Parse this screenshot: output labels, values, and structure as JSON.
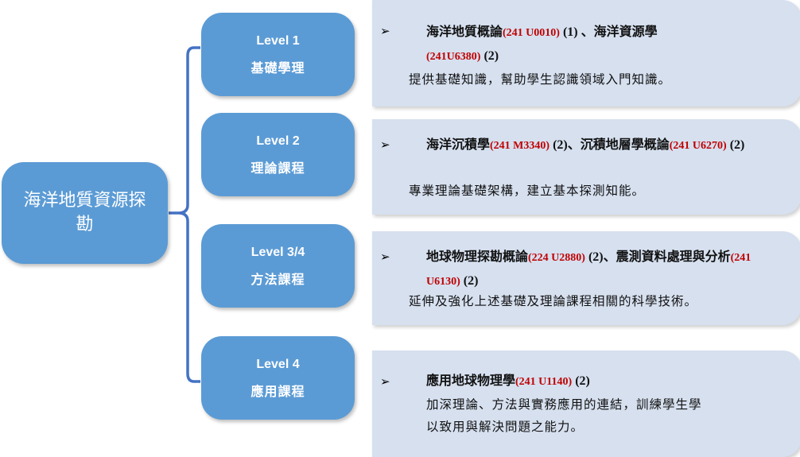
{
  "root": {
    "label": "海洋地質資源探勘"
  },
  "levels": [
    {
      "title": "Level 1",
      "subtitle": "基礎學理",
      "course_a": "海洋地質概論",
      "code_a": "(241 U0010)",
      "credit_a": " (1) ",
      "sep": "、",
      "course_b": "海洋資源學",
      "code_b": "(241U6380)",
      "credit_b": " (2)",
      "description": "提供基礎知識，幫助學生認識領域入門知識。"
    },
    {
      "title": "Level 2",
      "subtitle": "理論課程",
      "course_a": "海洋沉積學",
      "code_a": "(241 M3340)",
      "credit_a": " (2)",
      "sep": "、",
      "course_b": "沉積地層學概論",
      "code_b": "(241 U6270)",
      "credit_b": " (2)",
      "description": "專業理論基礎架構，建立基本探測知能。"
    },
    {
      "title": "Level 3/4",
      "subtitle": "方法課程",
      "course_a": "地球物理探勘概論",
      "code_a": "(224 U2880)",
      "credit_a": " (2)",
      "sep": "、",
      "course_b": "震測資料處理與分析",
      "code_b": "(241 U6130)",
      "credit_b": " (2)",
      "description": "延伸及強化上述基礎及理論課程相關的科學技術。"
    },
    {
      "title": "Level 4",
      "subtitle": "應用課程",
      "course_a": "應用地球物理學",
      "code_a": "(241 U1140)",
      "credit_a": " (2)",
      "description_1": "加深理論、方法與實務應用的連結，訓練學生學",
      "description_2": "以致用與解決問題之能力。"
    }
  ],
  "bullet": "➢",
  "colors": {
    "box": "#5b9bd5",
    "panel": "#d6e0ef",
    "code": "#c00000",
    "brace": "#4472c4"
  }
}
